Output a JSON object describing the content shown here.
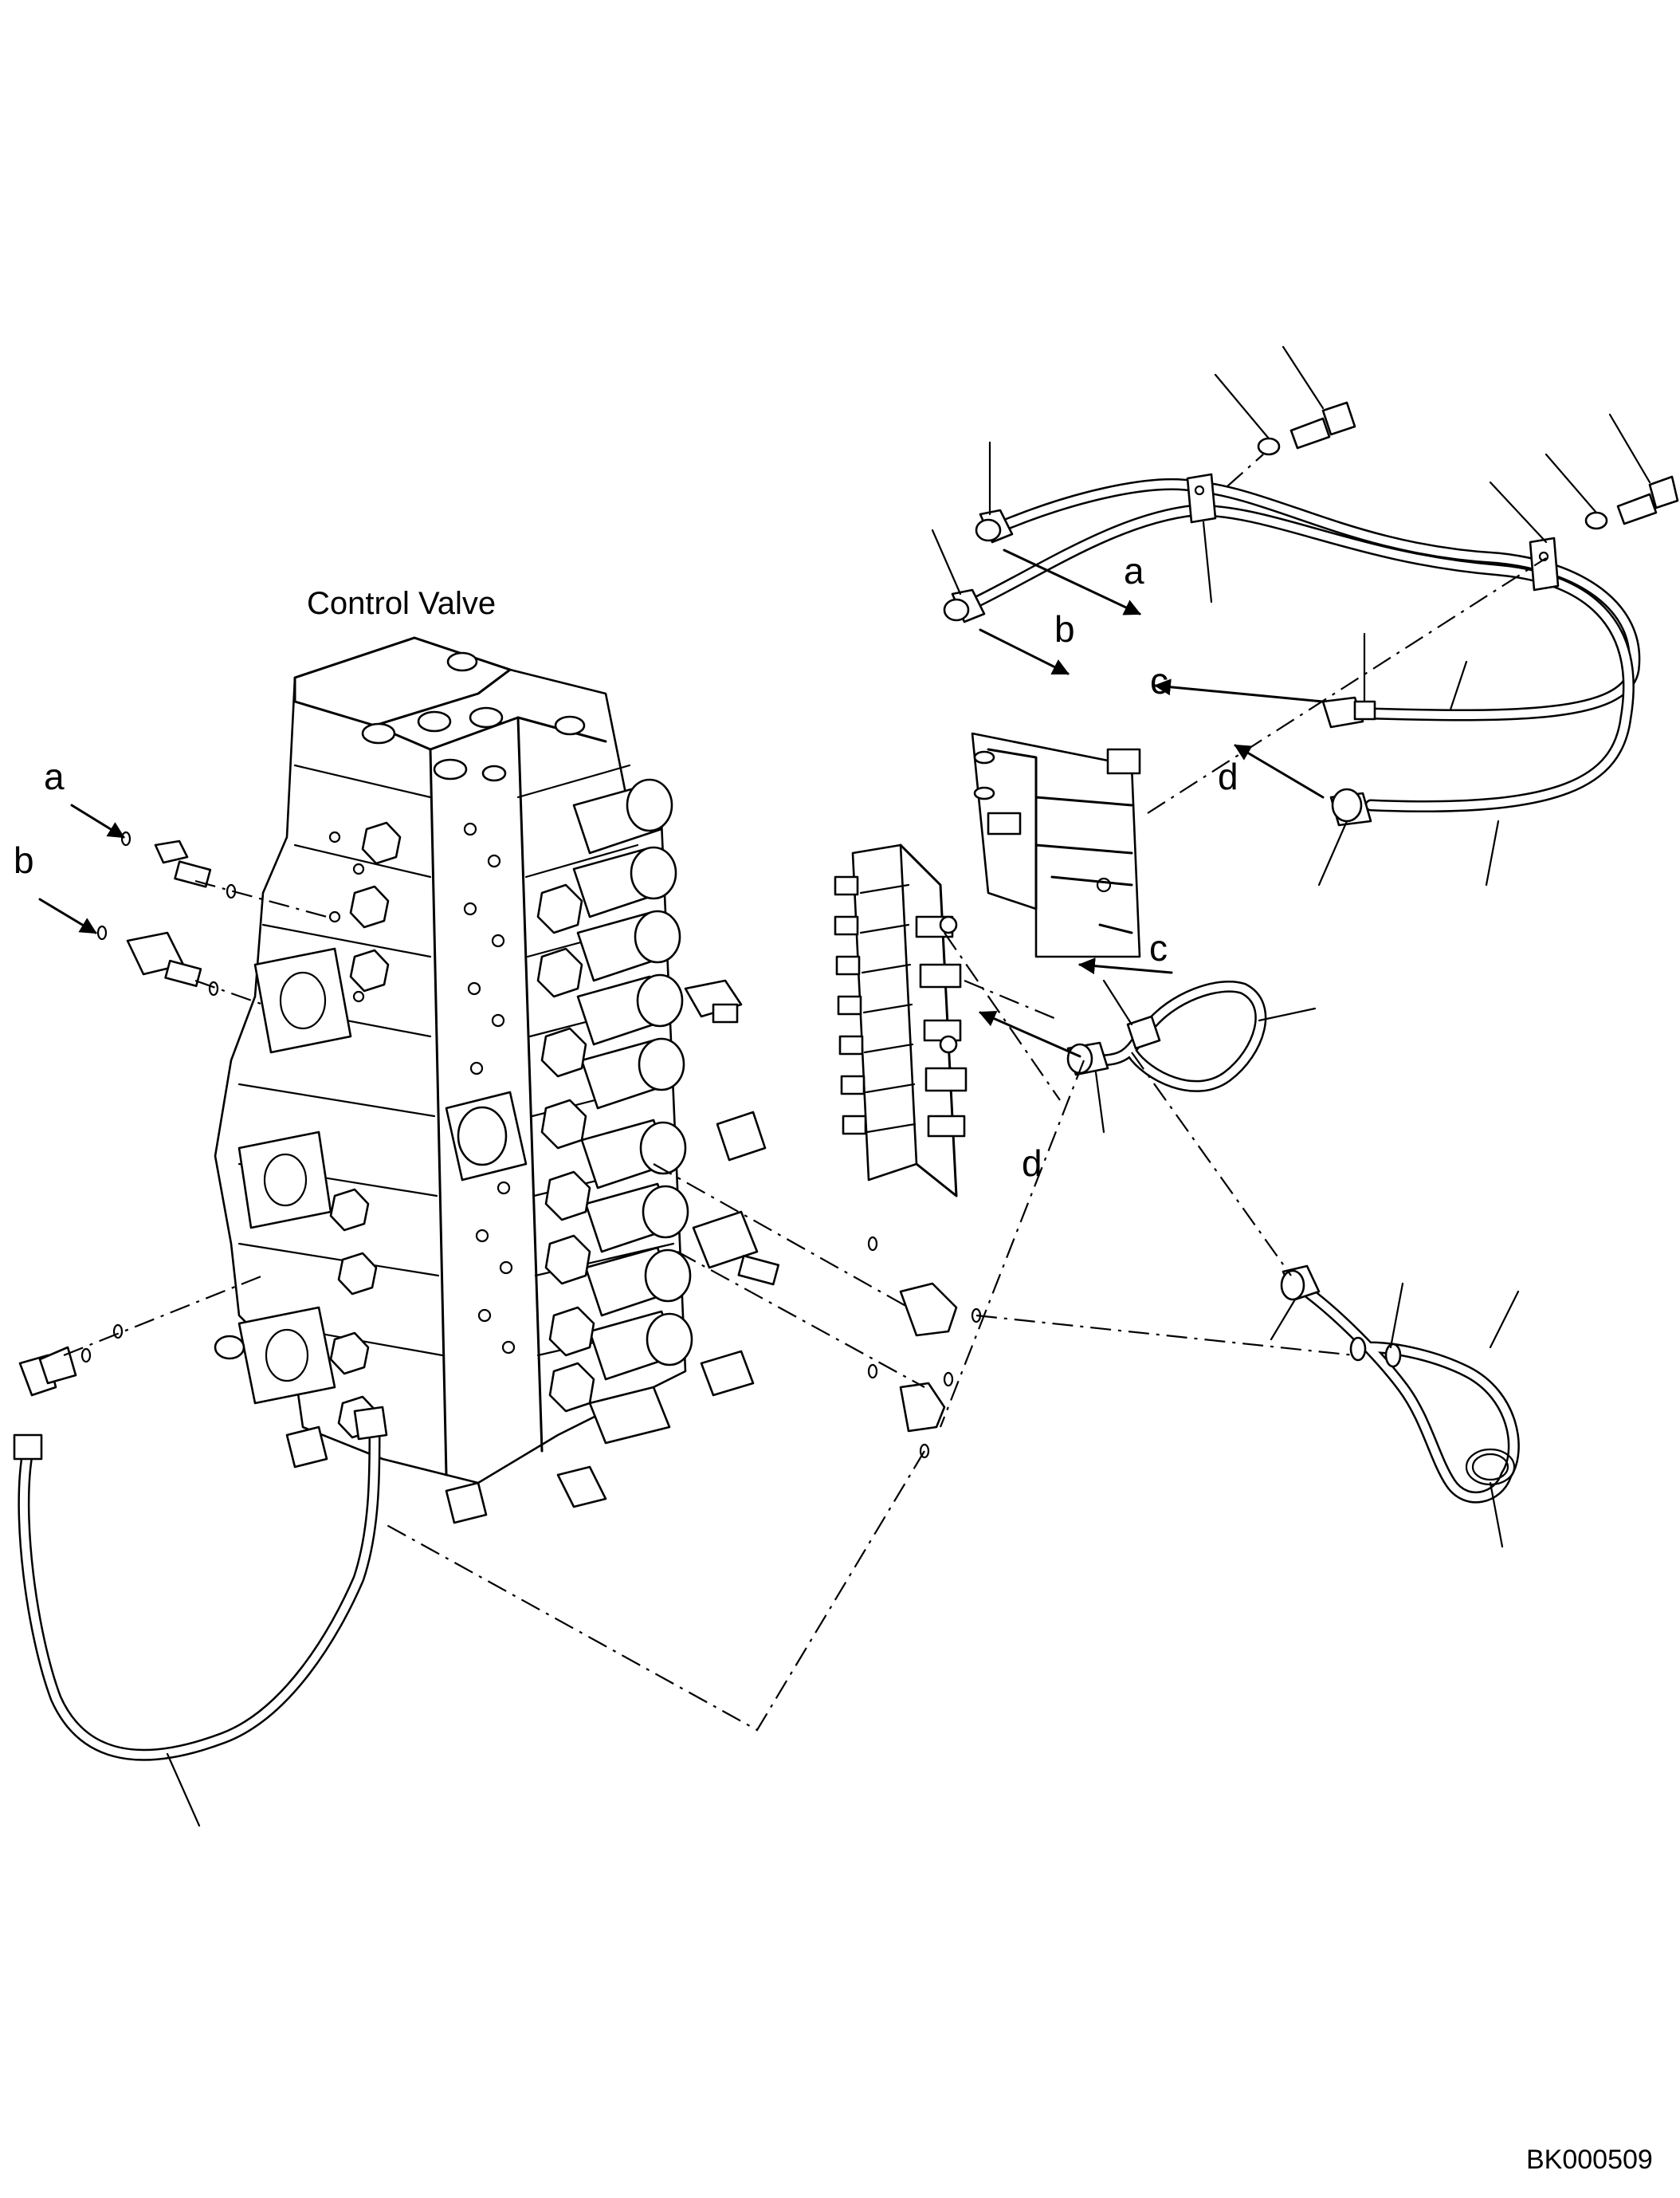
{
  "diagram": {
    "title": "Control Valve",
    "figure_code": "BK000509",
    "callouts": {
      "a_left": "a",
      "b_left": "b",
      "a_top": "a",
      "b_top": "b",
      "c_top": "c",
      "d_top": "d",
      "c_mid": "c",
      "d_mid": "d"
    }
  }
}
